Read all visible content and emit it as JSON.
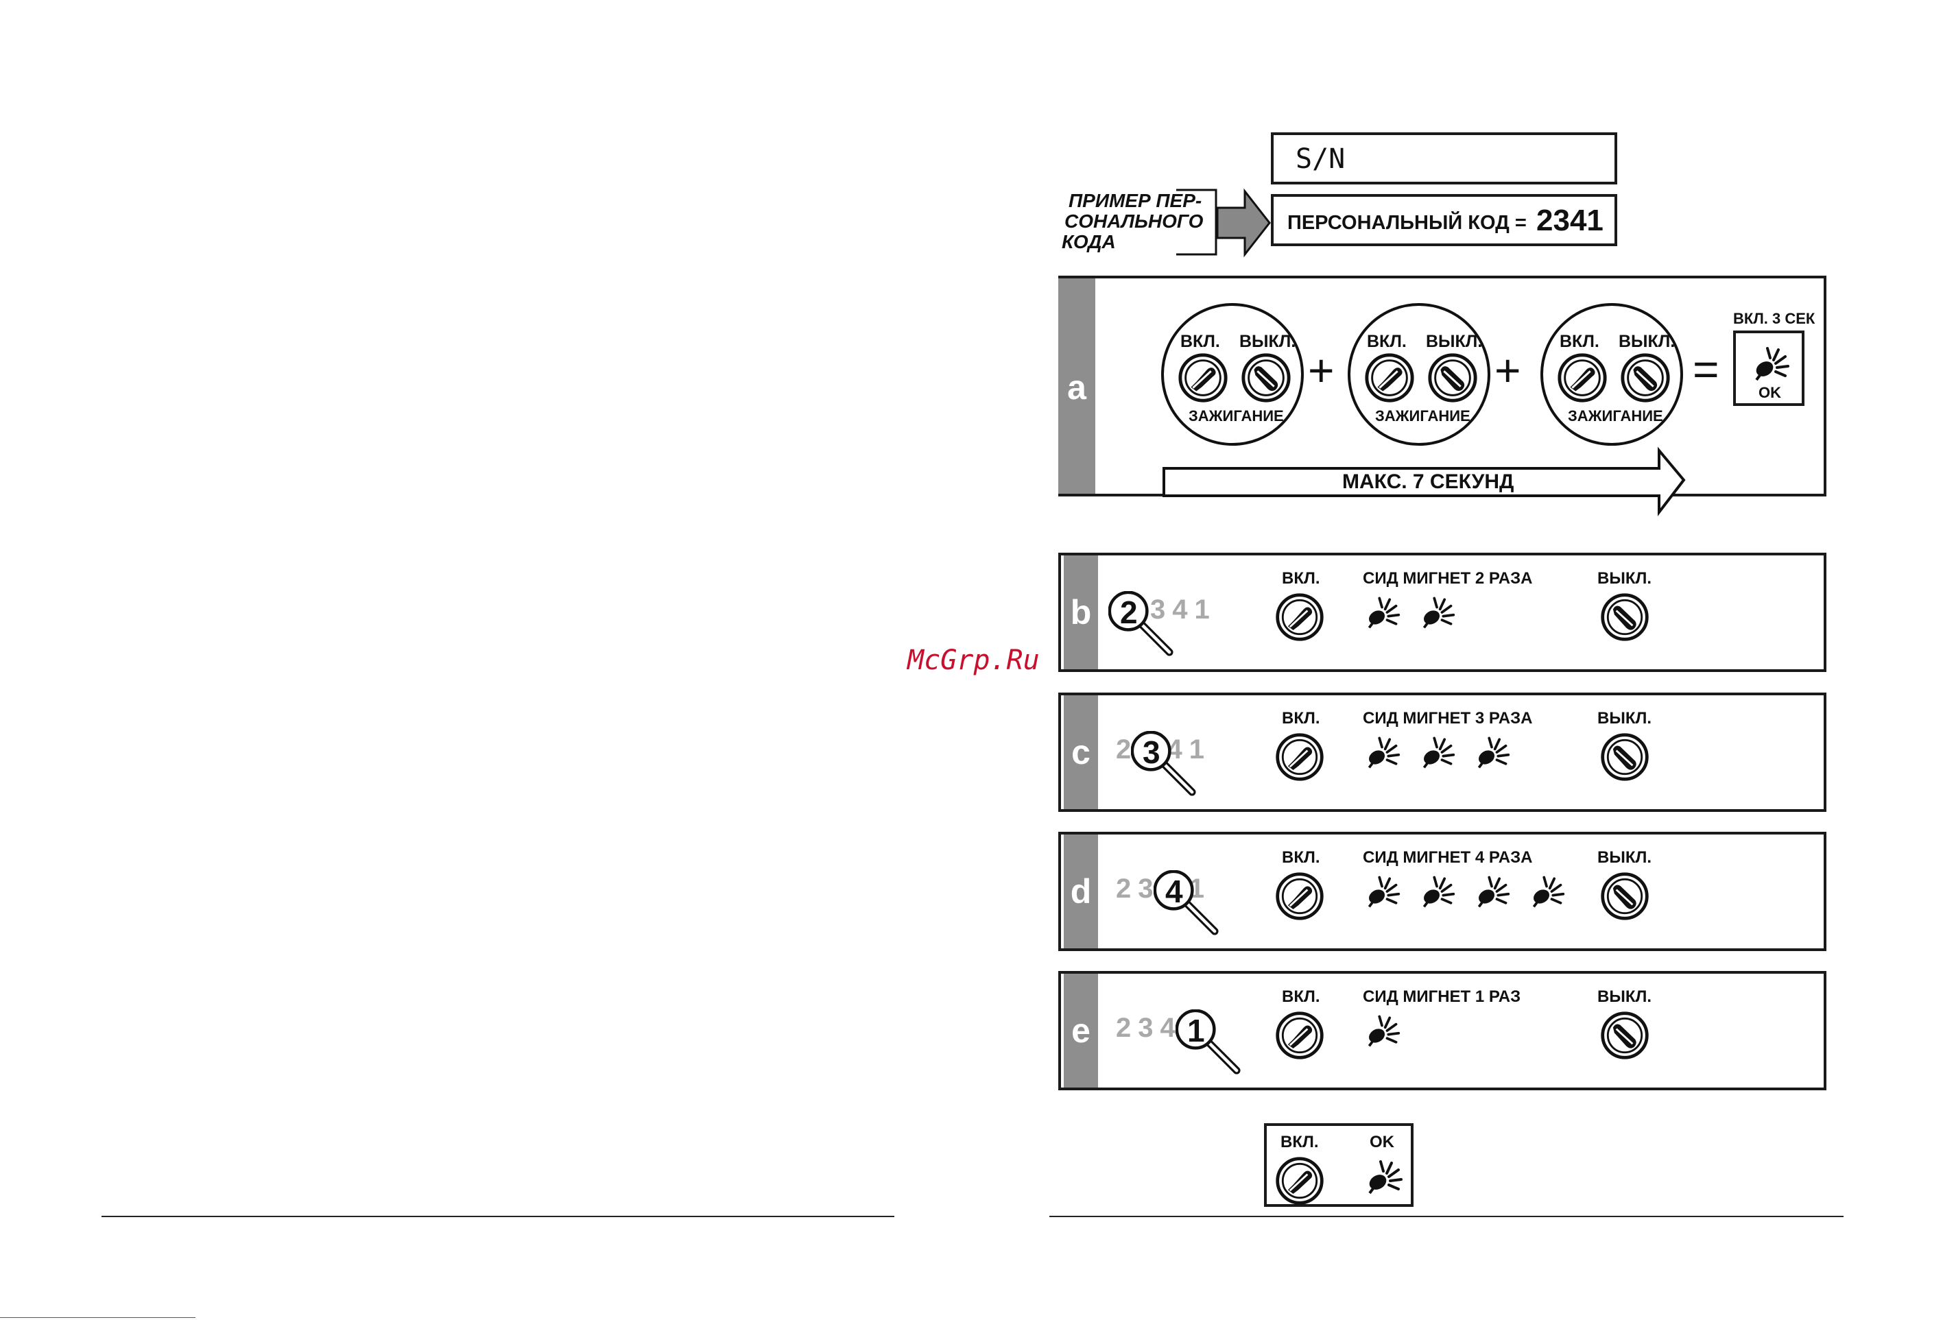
{
  "watermark": "McGrp.Ru",
  "header": {
    "serial_label": "S/N",
    "example_label": [
      "ПРИМЕР ПЕР-",
      "СОНАЛЬНОГО",
      "КОДА"
    ],
    "code_label": "ПЕРСОНАЛЬНЫЙ КОД =",
    "code_value": "2341"
  },
  "panel_a": {
    "letter": "a",
    "on_label": "ВКЛ.",
    "off_label": "ВЫКЛ.",
    "ignition_label": "ЗАЖИГАНИЕ",
    "plus": "+",
    "equals": "=",
    "led_on_label": "ВКЛ. 3 СЕК",
    "led_ok_label": "OK",
    "arrow_label": "МАКС. 7 СЕКУНД"
  },
  "steps": [
    {
      "letter": "b",
      "digit": "2",
      "gray_digits": "341",
      "on_label": "ВКЛ.",
      "flash_label": "СИД МИГНЕТ 2 РАЗА",
      "flashes": 2,
      "off_label": "ВЫКЛ."
    },
    {
      "letter": "c",
      "digit": "3",
      "gray_digits": "2  41",
      "on_label": "ВКЛ.",
      "flash_label": "СИД МИГНЕТ 3 РАЗА",
      "flashes": 3,
      "off_label": "ВЫКЛ."
    },
    {
      "letter": "d",
      "digit": "4",
      "gray_digits": "23  1",
      "on_label": "ВКЛ.",
      "flash_label": "СИД МИГНЕТ 4 РАЗА",
      "flashes": 4,
      "off_label": "ВЫКЛ."
    },
    {
      "letter": "e",
      "digit": "1",
      "gray_digits": "234",
      "on_label": "ВКЛ.",
      "flash_label": "СИД МИГНЕТ 1 РАЗ",
      "flashes": 1,
      "off_label": "ВЫКЛ."
    }
  ],
  "final_box": {
    "on_label": "ВКЛ.",
    "ok_label": "OK"
  }
}
